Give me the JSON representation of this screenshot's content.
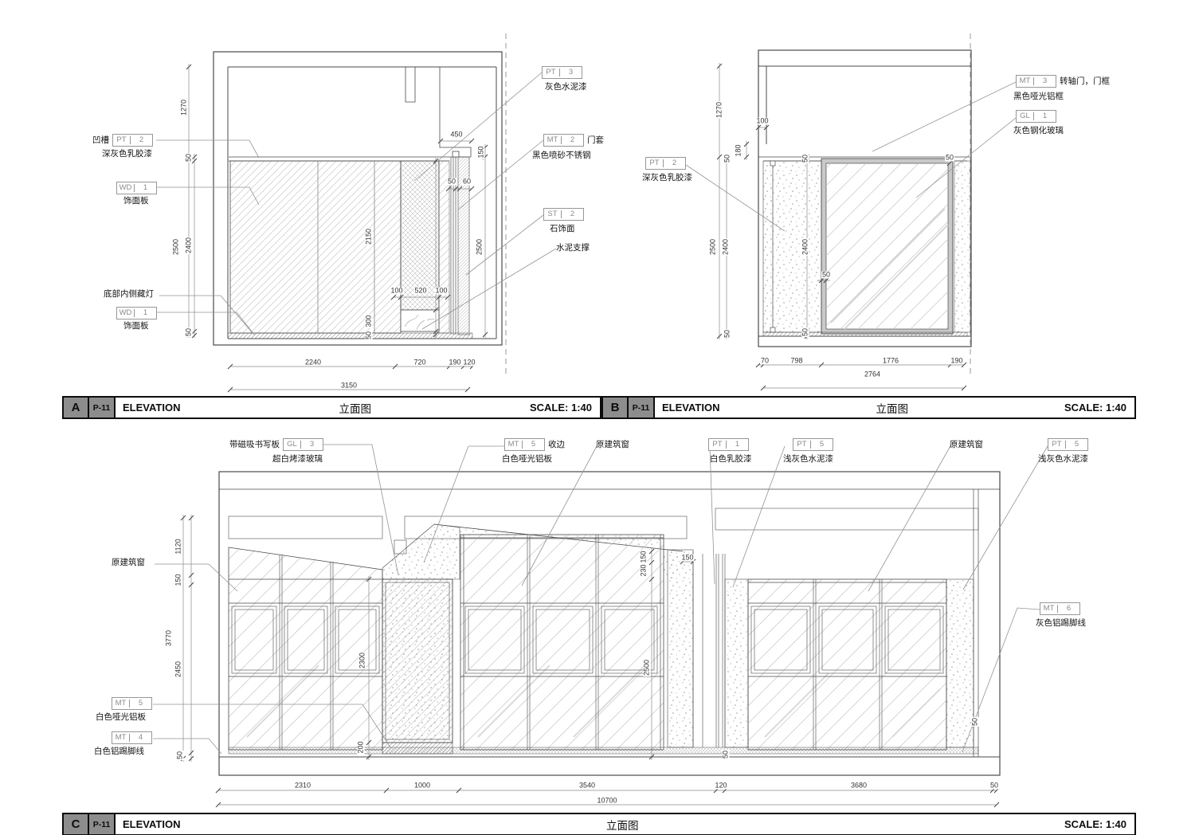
{
  "titlebars": {
    "a": {
      "letter": "A",
      "sheet": "P-11",
      "title": "ELEVATION",
      "subtitle": "立面图",
      "scale": "SCALE: 1:40"
    },
    "b": {
      "letter": "B",
      "sheet": "P-11",
      "title": "ELEVATION",
      "subtitle": "立面图",
      "scale": "SCALE: 1:40"
    },
    "c": {
      "letter": "C",
      "sheet": "P-11",
      "title": "ELEVATION",
      "subtitle": "立面图",
      "scale": "SCALE: 1:40"
    }
  },
  "callouts": {
    "a": [
      {
        "pre": "凹槽",
        "code": "PT",
        "num": "2",
        "desc": "深灰色乳胶漆"
      },
      {
        "code": "WD",
        "num": "1",
        "desc": "饰面板"
      },
      {
        "text": "底部内侧藏灯"
      },
      {
        "code": "WD",
        "num": "1",
        "desc": "饰面板"
      },
      {
        "code": "PT",
        "num": "3",
        "desc": "灰色水泥漆"
      },
      {
        "code": "MT",
        "num": "2",
        "suf": "门套",
        "desc": "黑色喷砂不锈钢"
      },
      {
        "code": "ST",
        "num": "2",
        "desc": "石饰面"
      },
      {
        "text": "水泥支撑"
      }
    ],
    "b": [
      {
        "code": "PT",
        "num": "2",
        "desc": "深灰色乳胶漆"
      },
      {
        "code": "MT",
        "num": "3",
        "suf": "转轴门，门框",
        "desc": "黑色哑光铝框"
      },
      {
        "code": "GL",
        "num": "1",
        "desc": "灰色钢化玻璃"
      }
    ],
    "c": [
      {
        "pre": "带磁吸书写板",
        "code": "GL",
        "num": "3",
        "desc": "超白烤漆玻璃"
      },
      {
        "code": "MT",
        "num": "5",
        "suf": "收边",
        "desc": "白色哑光铝板"
      },
      {
        "text": "原建筑窗"
      },
      {
        "code": "PT",
        "num": "1",
        "desc": "白色乳胶漆"
      },
      {
        "code": "PT",
        "num": "5",
        "desc": "浅灰色水泥漆"
      },
      {
        "text": "原建筑窗"
      },
      {
        "code": "PT",
        "num": "5",
        "desc": "浅灰色水泥漆"
      },
      {
        "text": "原建筑窗"
      },
      {
        "code": "MT",
        "num": "5",
        "desc": "白色哑光铝板"
      },
      {
        "code": "MT",
        "num": "4",
        "desc": "白色铝踢脚线"
      },
      {
        "code": "MT",
        "num": "6",
        "desc": "灰色铝踢脚线"
      }
    ]
  },
  "dims": {
    "a": [
      "1270",
      "50",
      "2500",
      "2400",
      "50",
      "2150",
      "300",
      "50",
      "100",
      "520",
      "100",
      "450",
      "150",
      "50",
      "60",
      "2500",
      "2240",
      "720",
      "190",
      "120",
      "3150"
    ],
    "b": [
      "1270",
      "100",
      "180",
      "2500",
      "2400",
      "50",
      "50",
      "50",
      "2400",
      "50",
      "50",
      "50",
      "70",
      "798",
      "1776",
      "190",
      "2764"
    ],
    "c": [
      "1120",
      "150",
      "3770",
      "2450",
      "50",
      "2300",
      "200",
      "150",
      "230",
      "150",
      "2500",
      "50",
      "50",
      "2310",
      "1000",
      "3540",
      "120",
      "3680",
      "50",
      "10700"
    ]
  }
}
